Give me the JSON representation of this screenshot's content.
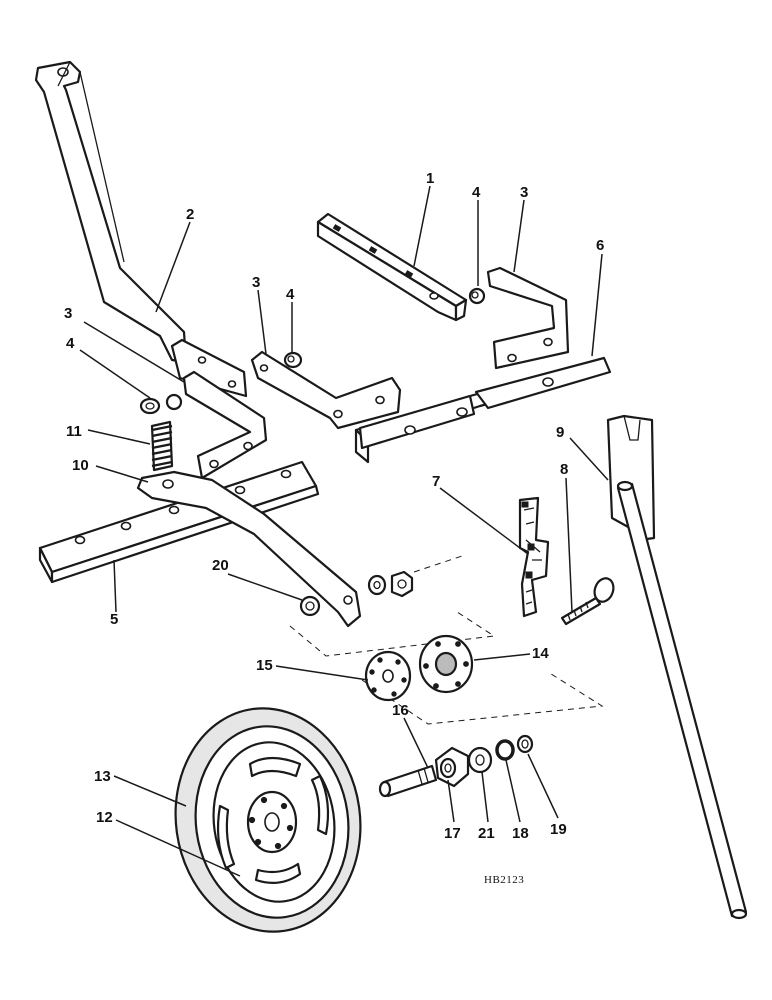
{
  "drawing_code": "HB2123",
  "callouts": {
    "c1": "1",
    "c2": "2",
    "c3a": "3",
    "c3b": "3",
    "c3c": "3",
    "c4a": "4",
    "c4b": "4",
    "c4c": "4",
    "c5": "5",
    "c6": "6",
    "c7": "7",
    "c8": "8",
    "c9": "9",
    "c10": "10",
    "c11": "11",
    "c12": "12",
    "c13": "13",
    "c14": "14",
    "c15": "15",
    "c16": "16",
    "c17": "17",
    "c18": "18",
    "c19": "19",
    "c20": "20",
    "c21": "21"
  }
}
